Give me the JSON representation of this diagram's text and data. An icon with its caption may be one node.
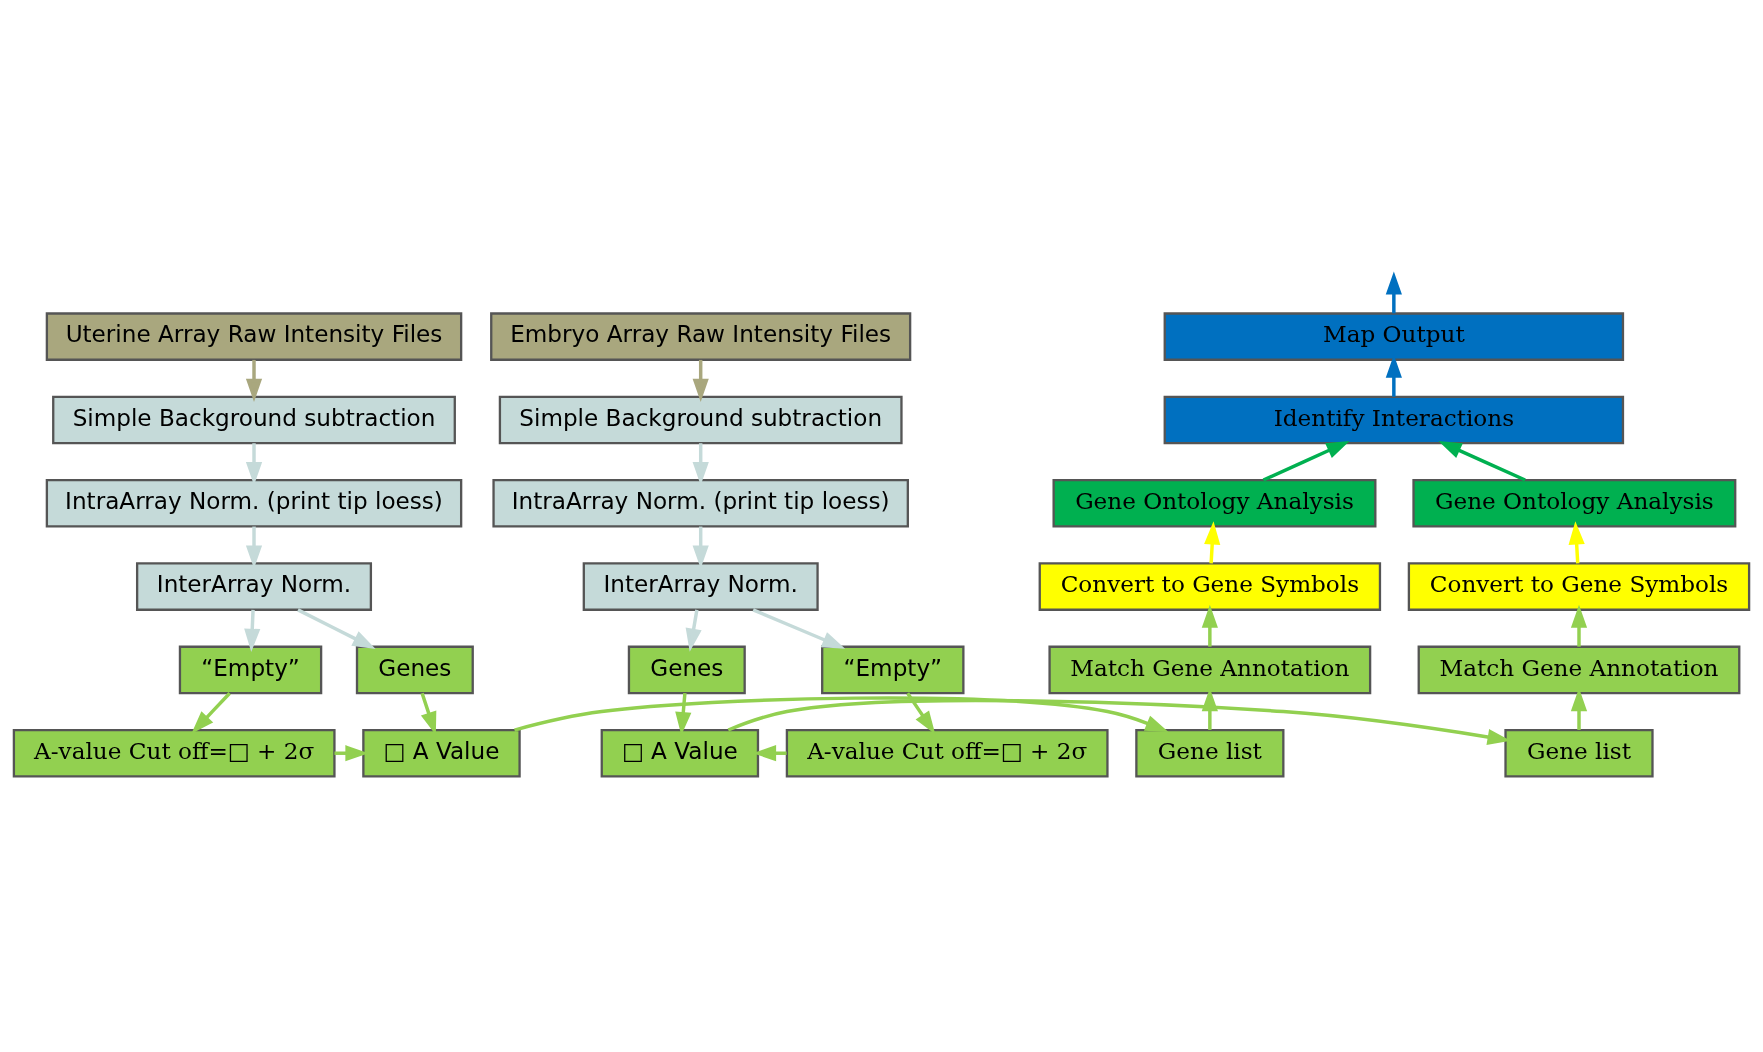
{
  "diagram": {
    "nodes": [
      {
        "text": [
          "Map Output"
        ]
      },
      {
        "text": [
          "Identify Interactions"
        ]
      },
      {
        "text": [
          "Uterine Array Raw Intensity Files"
        ]
      },
      {
        "text": [
          "Simple Background subtraction"
        ]
      },
      {
        "text": [
          "IntraArray Norm. (print tip loess)"
        ]
      },
      {
        "text": [
          "InterArray Norm."
        ]
      },
      {
        "text": [
          "“Empty”"
        ]
      },
      {
        "text": [
          "Genes"
        ]
      },
      {
        "text": [
          "A-value Cut off=□ + 2σ"
        ]
      },
      {
        "text": [
          "□ A Value"
        ]
      },
      {
        "text": [
          "Gene Ontology Analysis"
        ]
      },
      {
        "text": [
          "Convert to Gene Symbols"
        ]
      },
      {
        "text": [
          "Match Gene Annotation"
        ]
      },
      {
        "text": [
          "Gene list"
        ]
      },
      {
        "text": [
          "Gene Ontology Analysis"
        ]
      },
      {
        "text": [
          "Convert to Gene Symbols"
        ]
      },
      {
        "text": [
          "Match Gene Annotation"
        ]
      },
      {
        "text": [
          "Gene list"
        ]
      },
      {
        "text": [
          "Embryo Array Raw Intensity Files"
        ]
      },
      {
        "text": [
          "Simple Background subtraction"
        ]
      },
      {
        "text": [
          "IntraArray Norm. (print tip loess)"
        ]
      },
      {
        "text": [
          "InterArray Norm."
        ]
      },
      {
        "text": [
          "Genes"
        ]
      },
      {
        "text": [
          "“Empty”"
        ]
      },
      {
        "text": [
          "□ A Value"
        ]
      },
      {
        "text": [
          "A-value Cut off=□ + 2σ"
        ]
      }
    ],
    "edges": [
      {
        "from": 0,
        "to": null,
        "arrow": "to",
        "color": "#0070c0"
      },
      {
        "from": 1,
        "to": 0,
        "arrow": "to",
        "color": "#0070c0"
      },
      {
        "from": 10,
        "to": 1,
        "arrow": "to",
        "color": "#00b050"
      },
      {
        "from": 14,
        "to": 1,
        "arrow": "to",
        "color": "#00b050"
      },
      {
        "from": 11,
        "to": 10,
        "arrow": "to",
        "color": "#ffff00"
      },
      {
        "from": 12,
        "to": 11,
        "arrow": "to"
      },
      {
        "from": 13,
        "to": 12,
        "arrow": "to"
      },
      {
        "from": 15,
        "to": 14,
        "arrow": "to",
        "color": "#ffff00"
      },
      {
        "from": 16,
        "to": 15,
        "arrow": "to"
      },
      {
        "from": 17,
        "to": 16,
        "arrow": "to"
      },
      {
        "from": 2,
        "to": 3,
        "arrow": "to",
        "color": "#a9a77e"
      },
      {
        "from": 3,
        "to": 4,
        "arrow": "to",
        "color": "#c5dad9"
      },
      {
        "from": 4,
        "to": 5,
        "arrow": "to",
        "color": "#c5dad9"
      },
      {
        "from": 5,
        "to": 6,
        "arrow": "to",
        "color": "#c5dad9"
      },
      {
        "from": 5,
        "to": 7,
        "arrow": "to",
        "color": "#c5dad9"
      },
      {
        "from": 6,
        "to": 8,
        "arrow": "to"
      },
      {
        "from": 7,
        "to": 9,
        "arrow": "to"
      },
      {
        "from": 8,
        "to": 9,
        "arrow": "to"
      },
      {
        "from": 9,
        "to": 13,
        "arrow": "to"
      },
      {
        "from": 18,
        "to": 19,
        "arrow": "to",
        "color": "#a9a77e"
      },
      {
        "from": 19,
        "to": 20,
        "arrow": "to",
        "color": "#c5dad9"
      },
      {
        "from": 20,
        "to": 21,
        "arrow": "to",
        "color": "#c5dad9"
      },
      {
        "from": 21,
        "to": 22,
        "arrow": "to",
        "color": "#c5dad9"
      },
      {
        "from": 21,
        "to": 23,
        "arrow": "to",
        "color": "#c5dad9"
      },
      {
        "from": 22,
        "to": 24,
        "arrow": "to"
      },
      {
        "from": 23,
        "to": 25,
        "arrow": "to"
      },
      {
        "from": 25,
        "to": 24,
        "arrow": "to"
      },
      {
        "from": 24,
        "to": 17,
        "arrow": "to"
      }
    ]
  }
}
